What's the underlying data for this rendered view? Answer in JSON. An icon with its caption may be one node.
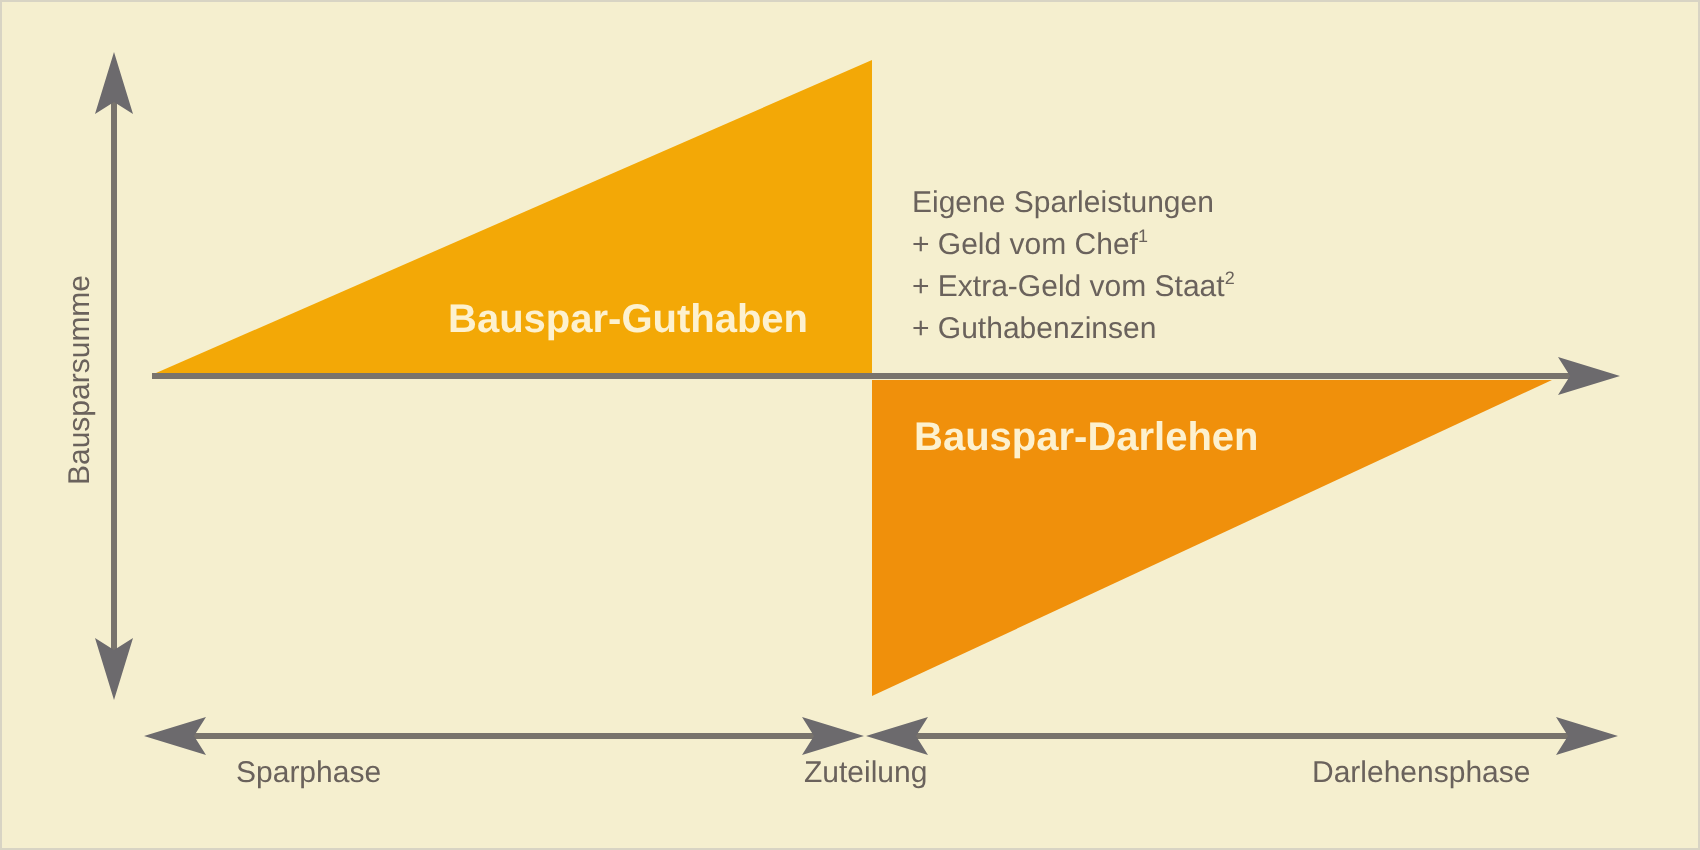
{
  "diagram": {
    "nodes": [
      {
        "text": [
          "Bauspar-Guthaben"
        ]
      },
      {
        "text": [
          "Bauspar-Darlehen"
        ]
      }
    ],
    "labels": [
      "Bausparsumme",
      "Eigene Sparleistungen",
      "+ Geld vom Chef$^{1}$",
      "+ Extra-Geld vom Staat$^{2}$",
      "+ Guthabenzinsen",
      "Sparphase",
      "Zuteilung",
      "Darlehensphase"
    ]
  }
}
